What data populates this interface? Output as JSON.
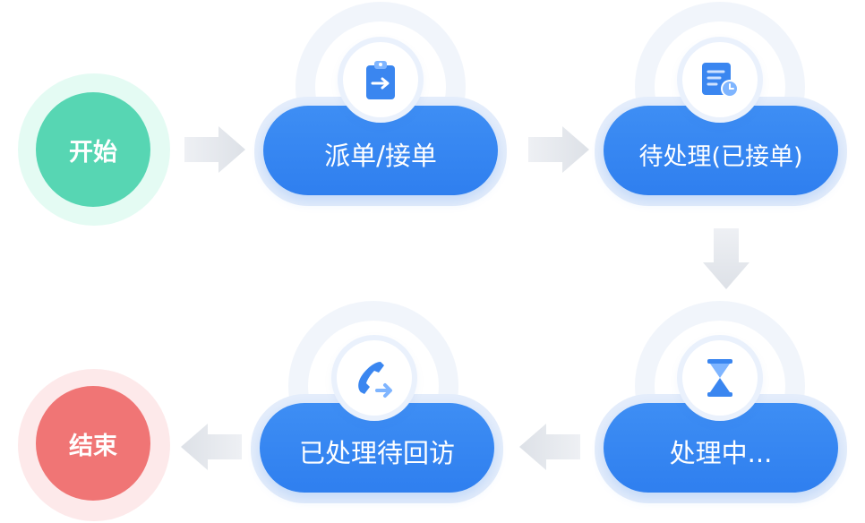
{
  "flow": {
    "start": "开始",
    "end": "结束",
    "steps": [
      {
        "label": "派单/接单",
        "icon": "clipboard-arrow-icon"
      },
      {
        "label": "待处理(已接单)",
        "icon": "document-clock-icon"
      },
      {
        "label": "处理中...",
        "icon": "hourglass-icon"
      },
      {
        "label": "已处理待回访",
        "icon": "phone-callback-icon"
      }
    ]
  },
  "colors": {
    "start": "#57d6b3",
    "end": "#f07575",
    "node": "#2f7fef",
    "arrow": "#e3e6eb"
  }
}
